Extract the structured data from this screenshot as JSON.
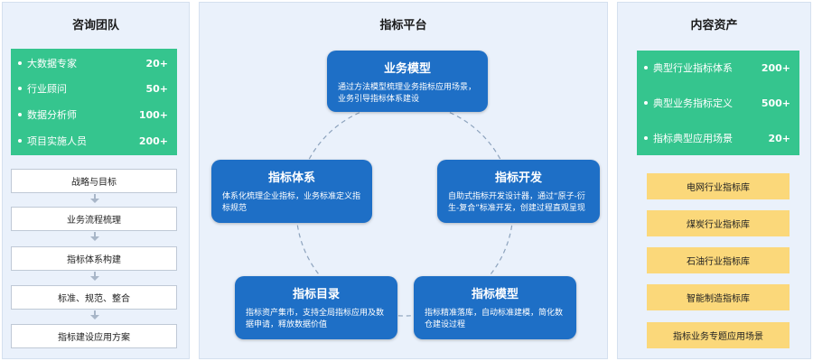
{
  "left": {
    "title": "咨询团队",
    "team": [
      {
        "label": "大数据专家",
        "count": "20+"
      },
      {
        "label": "行业顾问",
        "count": "50+"
      },
      {
        "label": "数据分析师",
        "count": "100+"
      },
      {
        "label": "项目实施人员",
        "count": "200+"
      }
    ],
    "steps": [
      "战略与目标",
      "业务流程梳理",
      "指标体系构建",
      "标准、规范、整合",
      "指标建设应用方案"
    ]
  },
  "middle": {
    "title": "指标平台",
    "cards": {
      "business_model": {
        "title": "业务模型",
        "desc": "通过方法模型梳理业务指标应用场景，业务引导指标体系建设"
      },
      "indicator_system": {
        "title": "指标体系",
        "desc": "体系化梳理企业指标，业务标准定义指标规范"
      },
      "indicator_dev": {
        "title": "指标开发",
        "desc": "自助式指标开发设计器，通过“原子-衍生-复合”标准开发，创建过程直观呈现"
      },
      "indicator_catalog": {
        "title": "指标目录",
        "desc": "指标资产集市，支持全局指标应用及数据申请，释放数据价值"
      },
      "indicator_model": {
        "title": "指标模型",
        "desc": "指标精准落库，自动标准建模，简化数仓建设过程"
      }
    }
  },
  "right": {
    "title": "内容资产",
    "assets": [
      {
        "label": "典型行业指标体系",
        "count": "200+"
      },
      {
        "label": "典型业务指标定义",
        "count": "500+"
      },
      {
        "label": "指标典型应用场景",
        "count": "20+"
      }
    ],
    "libraries": [
      "电网行业指标库",
      "煤炭行业指标库",
      "石油行业指标库",
      "智能制造指标库",
      "指标业务专题应用场景"
    ]
  },
  "colors": {
    "green": "#35c58e",
    "blue": "#1e6fc6",
    "yellow": "#fbd87a",
    "panel": "#eaf1fb"
  }
}
